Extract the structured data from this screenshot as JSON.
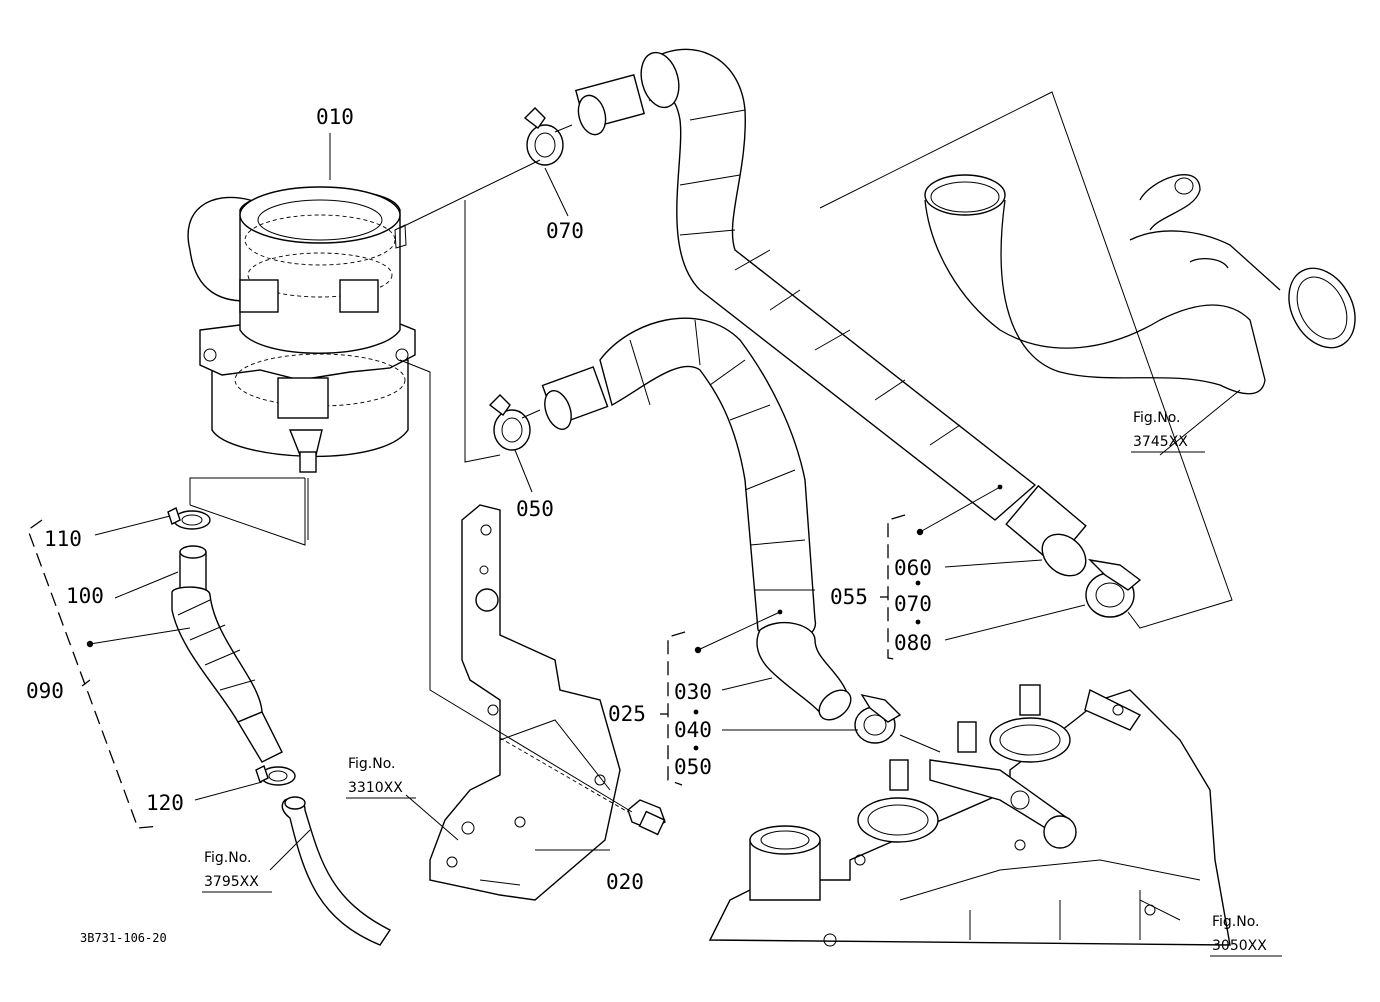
{
  "drawing_code": "3B731-106-20",
  "part_labels": {
    "p010": "010",
    "p020": "020",
    "p025": "025",
    "p030": "030",
    "p040": "040",
    "p050a": "050",
    "p050b": "050",
    "p055": "055",
    "p060": "060",
    "p070a": "070",
    "p070b": "070",
    "p080": "080",
    "p090": "090",
    "p100": "100",
    "p110": "110",
    "p120": "120"
  },
  "fig_refs": {
    "f3745": {
      "title": "Fig.No.",
      "number": "3745XX"
    },
    "f3310": {
      "title": "Fig.No.",
      "number": "3310XX"
    },
    "f3795": {
      "title": "Fig.No.",
      "number": "3795XX"
    },
    "f3050": {
      "title": "Fig.No.",
      "number": "3050XX"
    }
  }
}
